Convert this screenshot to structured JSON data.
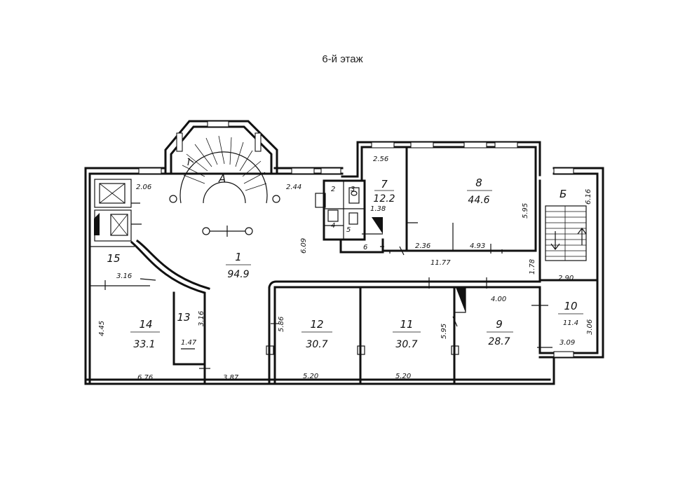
{
  "title": "6-й этаж",
  "stairs": {
    "main": "А",
    "service": "Б"
  },
  "rooms": [
    {
      "no": "1",
      "area": "94.9"
    },
    {
      "no": "2",
      "area": ""
    },
    {
      "no": "3",
      "area": ""
    },
    {
      "no": "4",
      "area": ""
    },
    {
      "no": "5",
      "area": ""
    },
    {
      "no": "6",
      "area": ""
    },
    {
      "no": "7",
      "area": "12.2"
    },
    {
      "no": "8",
      "area": "44.6"
    },
    {
      "no": "9",
      "area": "28.7"
    },
    {
      "no": "10",
      "area": "11.4"
    },
    {
      "no": "11",
      "area": "30.7"
    },
    {
      "no": "12",
      "area": "30.7"
    },
    {
      "no": "13",
      "area": ""
    },
    {
      "no": "14",
      "area": "33.1"
    },
    {
      "no": "15",
      "area": ""
    }
  ],
  "dimensions": [
    "2.06",
    "2.44",
    "2.56",
    "1.38",
    "6.09",
    "5.95",
    "2.36",
    "4.93",
    "6.16",
    "11.77",
    "1.78",
    "2.90",
    "3.16",
    "4.45",
    "3.16",
    "1.47",
    "5.86",
    "5.95",
    "4.00",
    "3.06",
    "3.09",
    "6.76",
    "3.87",
    "5.20",
    "5.20"
  ]
}
